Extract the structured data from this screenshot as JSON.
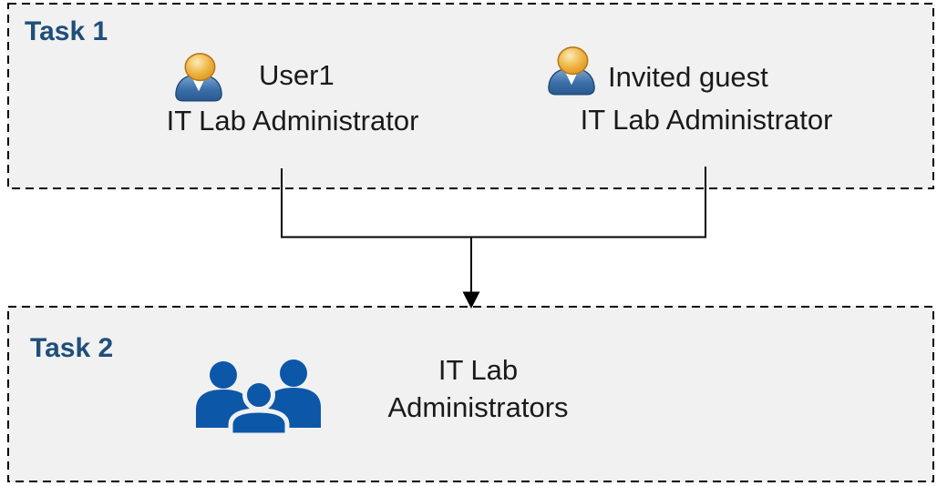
{
  "colors": {
    "page_bg": "#FFFFFF",
    "box_bg": "#F1F1F1",
    "box_border": "#000000",
    "task_title": "#1F4E79",
    "body_text": "#1A1A1A",
    "connector": "#000000",
    "group_icon_blue": "#0D57A8",
    "user_icon_head_gold": "#EDB544",
    "user_icon_body_blue": "#3C70A8"
  },
  "icons": {
    "person": "user-icon",
    "group": "user-group-icon"
  },
  "task1": {
    "title": "Task 1",
    "persons": [
      {
        "name": "User1",
        "role": "IT Lab Administrator"
      },
      {
        "name": "Invited guest",
        "role": "IT Lab Administrator"
      }
    ]
  },
  "task2": {
    "title": "Task 2",
    "group": {
      "label_line1": "IT Lab",
      "label_line2": "Administrators"
    }
  }
}
